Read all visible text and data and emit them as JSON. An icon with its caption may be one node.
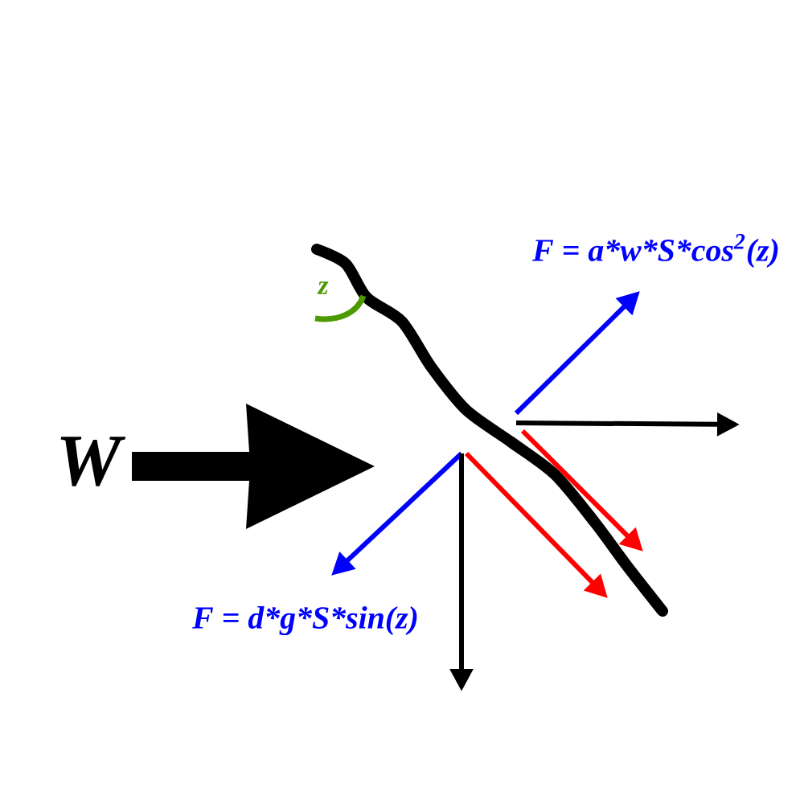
{
  "diagram": {
    "labels": [
      "W",
      "z",
      "F = a*w*S*cos$^{2}$(z)",
      "F = d*g*S*sin(z)"
    ]
  }
}
